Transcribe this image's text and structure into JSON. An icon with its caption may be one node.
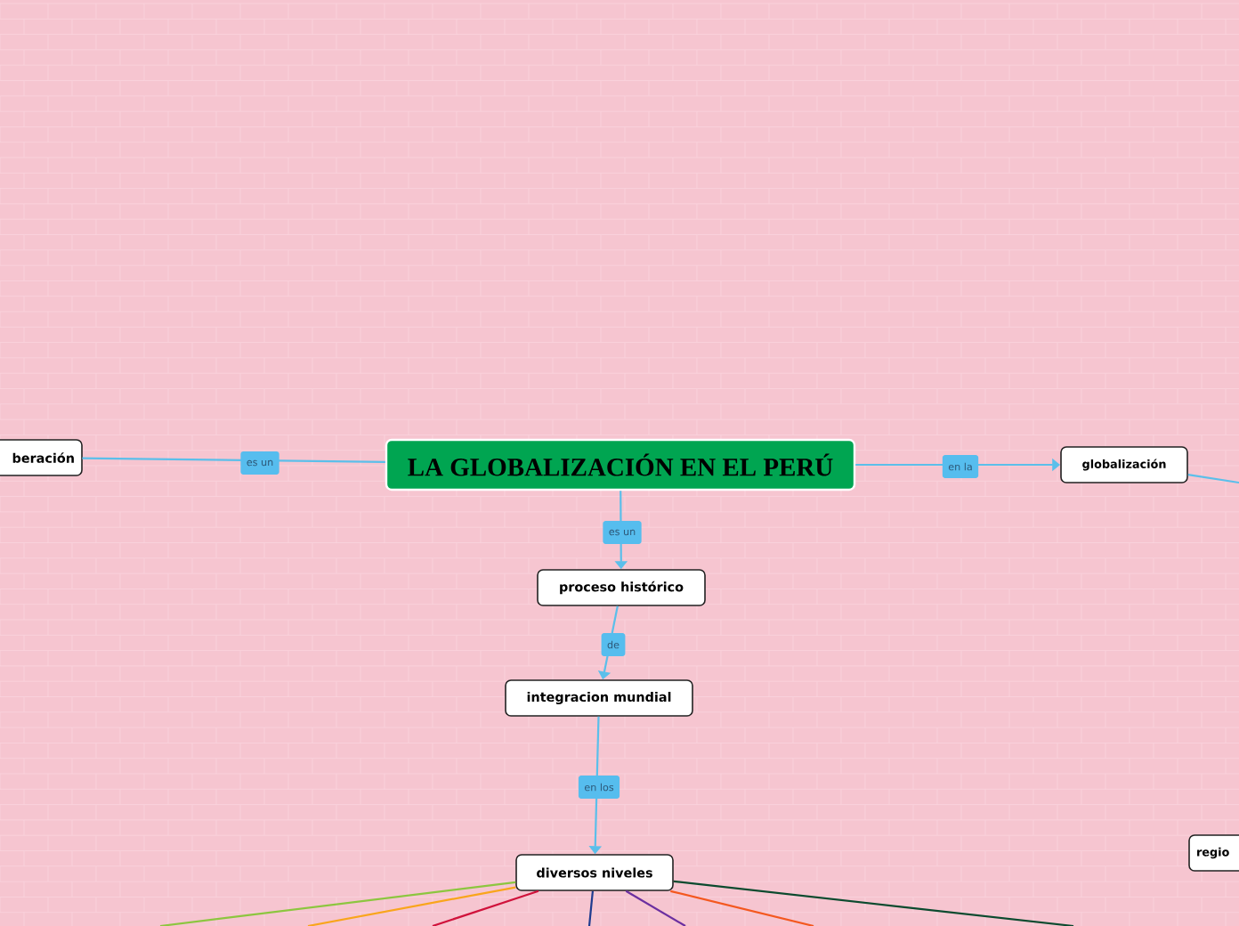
{
  "diagram": {
    "nodes": [
      {
        "text": [
          "LA GLOBALIZACIÓN EN EL PERÚ"
        ]
      },
      {
        "text": [
          "beración"
        ]
      },
      {
        "text": [
          "proceso histórico"
        ]
      },
      {
        "text": [
          "integracion mundial"
        ]
      },
      {
        "text": [
          "diversos niveles"
        ]
      },
      {
        "text": [
          "globalización"
        ]
      },
      {
        "text": [
          "regio"
        ]
      }
    ],
    "edges": [
      {
        "from": 0,
        "to": 1,
        "arrow": "none",
        "label": "es un"
      },
      {
        "from": 0,
        "to": 2,
        "arrow": "to",
        "label": "es un"
      },
      {
        "from": 2,
        "to": 3,
        "arrow": "to",
        "label": "de"
      },
      {
        "from": 3,
        "to": 4,
        "arrow": "to",
        "label": "en los"
      },
      {
        "from": 0,
        "to": 5,
        "arrow": "to",
        "label": "en la"
      },
      {
        "from": 5,
        "to": null,
        "arrow": "none"
      },
      {
        "from": 4,
        "to": null,
        "arrow": "none",
        "color": "#8cc63f"
      },
      {
        "from": 4,
        "to": null,
        "arrow": "none",
        "color": "#f9a51b"
      },
      {
        "from": 4,
        "to": null,
        "arrow": "none",
        "color": "#d0123b"
      },
      {
        "from": 4,
        "to": null,
        "arrow": "none",
        "color": "#1f3c8f"
      },
      {
        "from": 4,
        "to": null,
        "arrow": "none",
        "color": "#6b2fa0"
      },
      {
        "from": 4,
        "to": null,
        "arrow": "none",
        "color": "#f4581f"
      },
      {
        "from": 4,
        "to": null,
        "arrow": "none",
        "color": "#0b4a2e"
      }
    ]
  }
}
